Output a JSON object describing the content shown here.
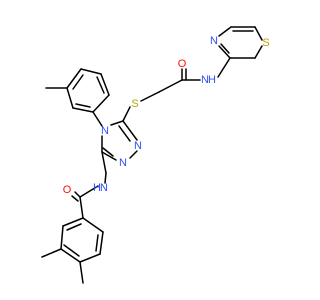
{
  "molecule": {
    "atoms": {
      "o_amide_right": {
        "label": "O",
        "color": "#ff0d0d"
      },
      "n_amide_right": {
        "label": "N",
        "color": "#3050f8"
      },
      "h_amide_right": {
        "label": "H",
        "color": "#3050f8"
      },
      "n_thiazole": {
        "label": "N",
        "color": "#3050f8"
      },
      "s_thiazole": {
        "label": "S",
        "color": "#b8a200"
      },
      "s_thioether": {
        "label": "S",
        "color": "#b8a200"
      },
      "n4_triazole": {
        "label": "N",
        "color": "#3050f8"
      },
      "n2_triazole": {
        "label": "N",
        "color": "#3050f8"
      },
      "n1_triazole": {
        "label": "N",
        "color": "#3050f8"
      },
      "n_amide_left": {
        "label": "N",
        "color": "#3050f8"
      },
      "h_amide_left": {
        "label": "H",
        "color": "#3050f8"
      },
      "o_amide_left": {
        "label": "O",
        "color": "#ff0d0d"
      }
    }
  }
}
